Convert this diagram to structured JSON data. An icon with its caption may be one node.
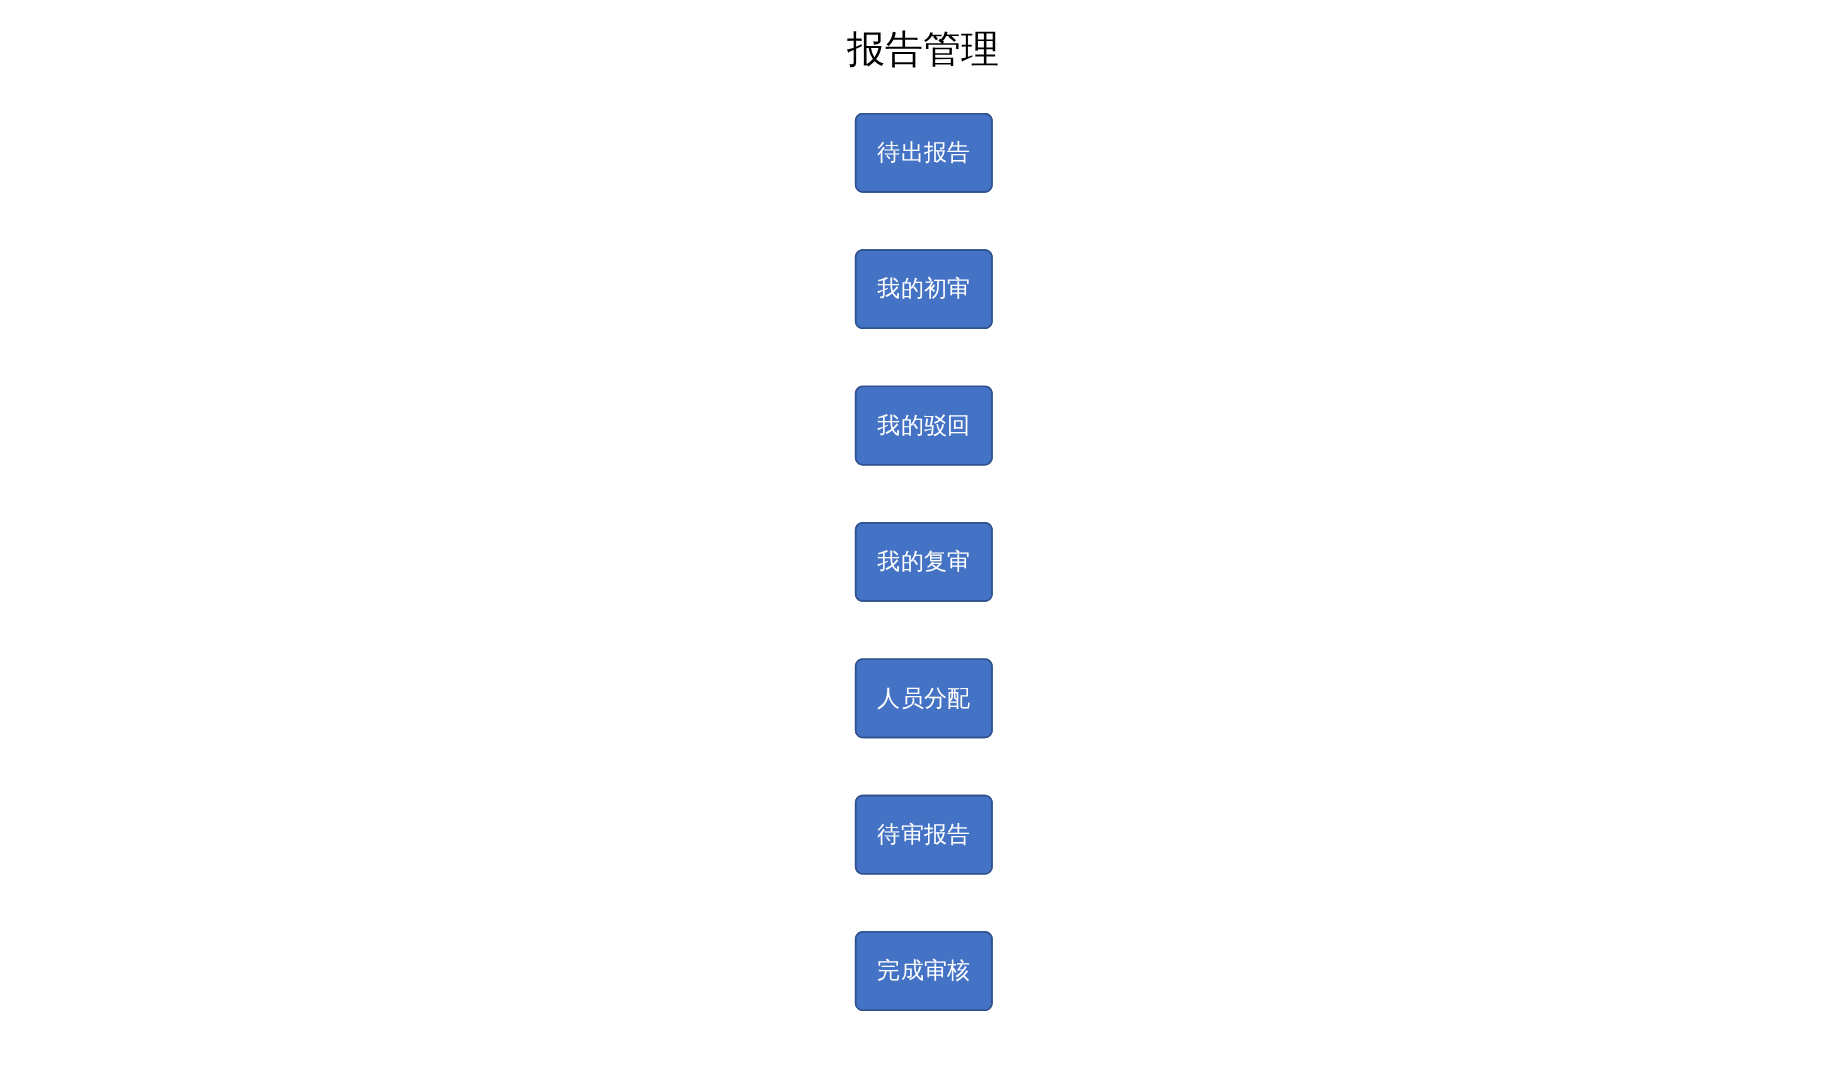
{
  "diagram": {
    "title": "报告管理",
    "nodes": [
      {
        "text": [
          "待出报告"
        ]
      },
      {
        "text": [
          "我的初审"
        ]
      },
      {
        "text": [
          "我的驳回"
        ]
      },
      {
        "text": [
          "我的复审"
        ]
      },
      {
        "text": [
          "人员分配"
        ]
      },
      {
        "text": [
          "待审报告"
        ]
      },
      {
        "text": [
          "完成审核"
        ]
      }
    ]
  }
}
